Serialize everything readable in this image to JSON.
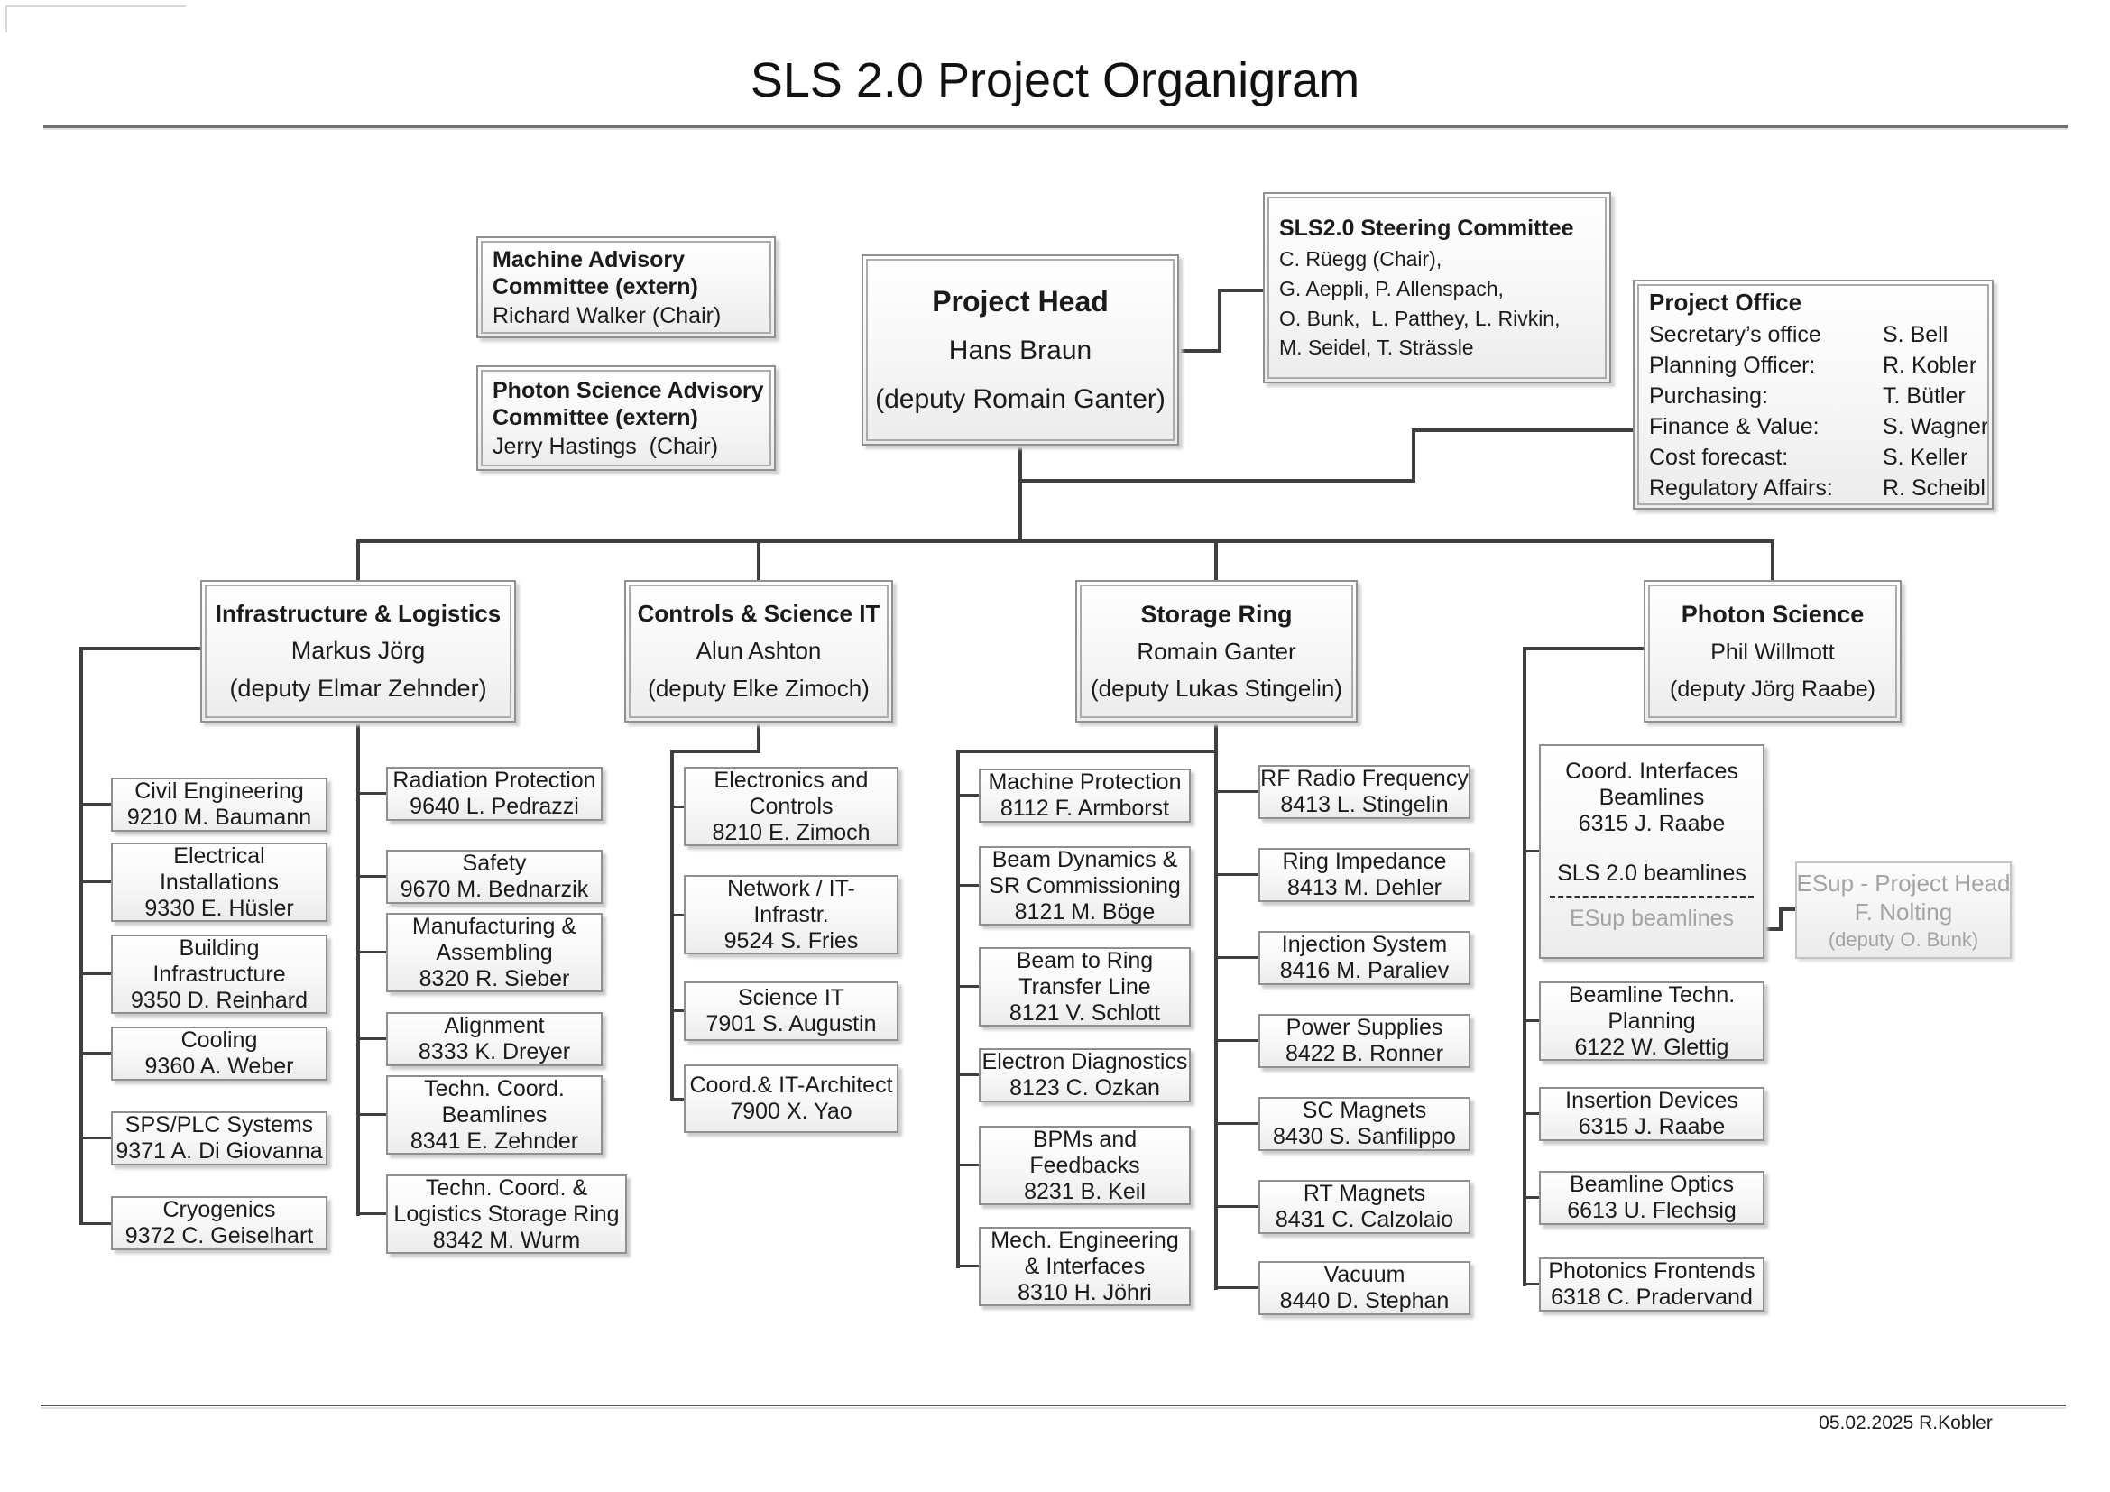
{
  "title": "SLS 2.0 Project Organigram",
  "footer": "05.02.2025 R.Kobler",
  "machine_advisory": {
    "title": "Machine Advisory\nCommittee (extern)",
    "person": "Richard Walker (Chair)"
  },
  "photon_advisory": {
    "title": "Photon Science Advisory\nCommittee (extern)",
    "person": "Jerry Hastings  (Chair)"
  },
  "project_head": {
    "title": "Project Head",
    "name": "Hans Braun",
    "deputy": "(deputy Romain Ganter)"
  },
  "steering_committee": {
    "title": "SLS2.0 Steering Committee",
    "members": "C. Rüegg (Chair),\nG. Aeppli, P. Allenspach,\nO. Bunk,  L. Patthey, L. Rivkin,\nM. Seidel, T. Strässle"
  },
  "project_office": {
    "title": "Project Office",
    "rows": [
      [
        "Secretary’s office",
        "S. Bell"
      ],
      [
        "Planning Officer:",
        "R. Kobler"
      ],
      [
        "Purchasing:",
        "T. Bütler"
      ],
      [
        "Finance & Value:",
        "S. Wagner"
      ],
      [
        "Cost forecast:",
        "S. Keller"
      ],
      [
        "Regulatory Affairs:",
        "R. Scheibl"
      ]
    ]
  },
  "divisions": {
    "infrastructure": {
      "title": "Infrastructure & Logistics",
      "name": "Markus Jörg",
      "deputy": "(deputy Elmar Zehnder)"
    },
    "controls": {
      "title": "Controls & Science IT",
      "name": "Alun Ashton",
      "deputy": "(deputy Elke Zimoch)"
    },
    "storage_ring": {
      "title": "Storage Ring",
      "name": "Romain Ganter",
      "deputy": "(deputy Lukas Stingelin)"
    },
    "photon_science": {
      "title": "Photon Science",
      "name": "Phil Willmott",
      "deputy": "(deputy Jörg Raabe)"
    }
  },
  "groups": {
    "infra1": [
      "Civil Engineering\n9210 M. Baumann",
      "Electrical\nInstallations\n9330 E. Hüsler",
      "Building\nInfrastructure\n9350 D. Reinhard",
      "Cooling\n9360 A. Weber",
      "SPS/PLC Systems\n9371 A. Di Giovanna",
      "Cryogenics\n9372 C. Geiselhart"
    ],
    "infra2": [
      "Radiation Protection\n9640 L. Pedrazzi",
      "Safety\n9670 M. Bednarzik",
      "Manufacturing &\nAssembling\n8320 R. Sieber",
      "Alignment\n8333 K. Dreyer",
      "Techn. Coord.\nBeamlines\n8341 E. Zehnder",
      "Techn. Coord. &\nLogistics Storage Ring\n8342 M. Wurm"
    ],
    "controls": [
      "Electronics and\nControls\n8210 E. Zimoch",
      "Network / IT-\nInfrastr.\n9524 S. Fries",
      "Science IT\n7901 S. Augustin",
      "Coord.& IT-Architect\n7900 X. Yao"
    ],
    "storage1": [
      "Machine Protection\n8112 F. Armborst",
      "Beam Dynamics &\nSR Commissioning\n8121 M. Böge",
      "Beam to Ring\nTransfer Line\n8121 V. Schlott",
      "Electron Diagnostics\n8123 C. Ozkan",
      "BPMs and\nFeedbacks\n8231 B. Keil",
      "Mech. Engineering\n& Interfaces\n8310 H. Jöhri"
    ],
    "storage2": [
      "RF Radio Frequency\n8413 L. Stingelin",
      "Ring Impedance\n8413 M. Dehler",
      "Injection System\n8416 M. Paraliev",
      "Power Supplies\n8422 B. Ronner",
      "SC Magnets\n8430 S. Sanfilippo",
      "RT Magnets\n8431 C. Calzolaio",
      "Vacuum\n8440 D. Stephan"
    ],
    "photon": [
      "Beamline Techn.\nPlanning\n6122 W. Glettig",
      "Insertion Devices\n6315 J. Raabe",
      "Beamline Optics\n6613 U. Flechsig",
      "Photonics Frontends\n6318 C. Pradervand"
    ]
  },
  "photon_combo": {
    "main": "Coord. Interfaces\nBeamlines\n6315 J. Raabe",
    "sls": "SLS 2.0 beamlines",
    "esup": "ESup beamlines"
  },
  "esup_box": {
    "title": "ESup - Project Head",
    "name": "F. Nolting",
    "deputy": "(deputy O. Bunk)"
  }
}
